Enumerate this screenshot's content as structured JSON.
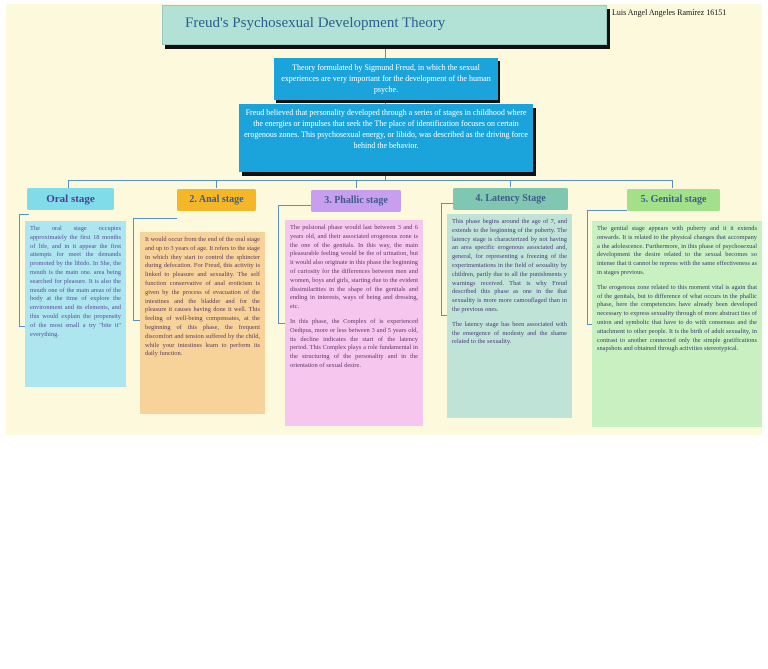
{
  "title": "Freud's Psychosexual Development Theory",
  "author": "Luis Angel Angeles Ramírez 16151",
  "intro_box": "Theory formulated by Sigmund Freud, in which the sexual experiences are very important for the development of the human psyche.",
  "main_box": "Freud believed that personality developed through a series of stages in childhood where the energies or impulses that seek the The place of identification focuses on certain erogenous zones. This psychosexual energy, or libido, was described as the driving force behind the behavior.",
  "stages": [
    {
      "label": "Oral stage",
      "color": "#7fdce8",
      "paragraphs": [
        "The oral stage occupies approximately the first 18 months of life, and in it appear the first attempts for meet the demands promoted by the libido. In She, the mouth is the main one. area being searched for pleasure. It is also the mouth one of the main areas of the body at the time of explore the environment and its elements, and this would explain the propensity of the most small a try \"bite it\" everything."
      ]
    },
    {
      "label": "2. Anal stage",
      "color": "#f5b727",
      "paragraphs": [
        "It would occur from the end of the oral stage and up to 3 years of age. It refers to the stage in which they start to control the sphincter during defecation. For Freud, this activity is linked to pleasure and sexuality. The self function conservative of anal eroticism is given by the process of evacuation of the intestines and the bladder and for the pleasure it causes having done it well. This feeling of well-being compensates, at the beginning of this phase, the frequent discomfort and tension suffered by the child, while your intestines learn to perform its daily function."
      ]
    },
    {
      "label": "3. Phallic stage",
      "color": "#c79ef0",
      "paragraphs": [
        "The pulsional phase would last between 3 and 6 years old, and their associated erogenous zone is the one of the genitals. In this way, the main pleasurable feeling would be the of urination, but it would also originate in this phase the beginning of curiosity for the differences between men and women, boys and girls, starting due to the evident dissimilarities in the shape of the genitals and ending in interests, ways of being and dressing, etc.",
        "In this phase, the Complex of is experienced Oedipus, more or less between 3 and 5 years old, its decline indicates the start of the latency period. This Complex plays a role fundamental in the structuring of the personality and in the orientation of sexual desire."
      ]
    },
    {
      "label": "4. Latency Stage",
      "color": "#7fc7b0",
      "paragraphs": [
        "This phase begins around the age of 7, and extends to the beginning of the puberty. The latency stage is characterized by not having an area specific erogenous associated and, general, for representing a freezing of the experimentations in the field of sexuality by children, partly due to all the punishments y warnings received. That is why Freud described this phase as one in the that sexuality is more more camouflaged than in the previous ones.",
        "The latency stage has been associated with the emergence of modesty and the shame related to the sexuality."
      ]
    },
    {
      "label": "5. Genital stage",
      "color": "#a3e08a",
      "paragraphs": [
        "The genital stage appears with puberty and it it extends onwards. It is related to the physical changes that accompany a the adolescence. Furthermore, in this phase of psychosexual development the desire related to the sexual becomes so intense that it cannot be repress with the same effectiveness as in stages previous.",
        "The erogenous zone related to this moment vital is again that of the genitals, but to difference of what occurs in the phallic phase, here the competencies have already been developed necessary to express sexuality through of more abstract ties of union and symbolic that have to do with consensus and the attachment to other people. It is the birth of adult sexuality, in contrast to another connected only the simple gratifications snapshots and obtained through activities stereotypical."
      ]
    }
  ]
}
